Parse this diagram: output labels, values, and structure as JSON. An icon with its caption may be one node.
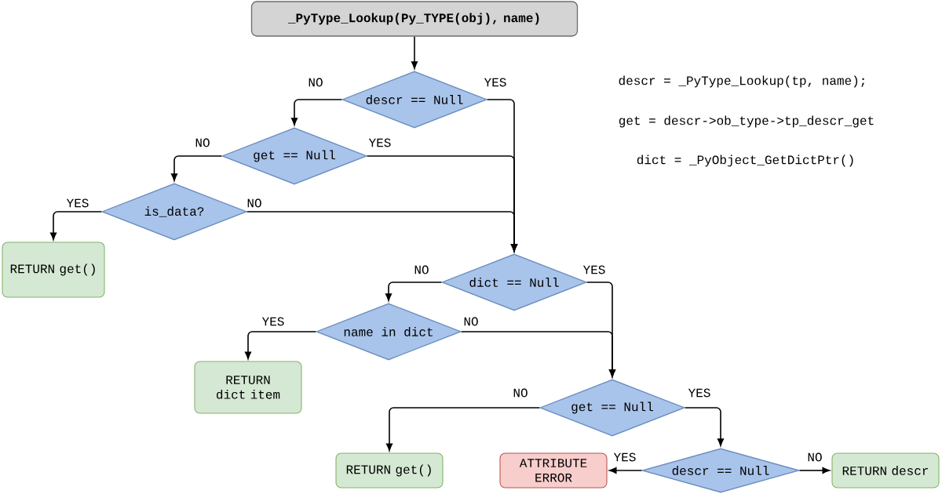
{
  "diagram": {
    "nodes": [
      {
        "text": [
          "_PyType_Lookup(Py_TYPE(obj), name)"
        ]
      },
      {
        "text": [
          "descr == Null"
        ]
      },
      {
        "text": [
          "get == Null"
        ]
      },
      {
        "text": [
          "is_data?"
        ]
      },
      {
        "text": [
          "RETURN get()"
        ]
      },
      {
        "text": [
          "dict == Null"
        ]
      },
      {
        "text": [
          "name in dict"
        ]
      },
      {
        "text": [
          "RETURN dict item"
        ]
      },
      {
        "text": [
          "get == Null"
        ]
      },
      {
        "text": [
          "RETURN get()"
        ]
      },
      {
        "text": [
          "ATTRIBUTE ERROR"
        ]
      },
      {
        "text": [
          "descr == Null"
        ]
      },
      {
        "text": [
          "RETURN descr"
        ]
      }
    ],
    "edges": [
      {
        "from": 0,
        "to": 1,
        "arrow": "to"
      },
      {
        "from": 1,
        "to": 2,
        "arrow": "to",
        "label": "NO"
      },
      {
        "from": 1,
        "to": 5,
        "arrow": "to",
        "label": "YES"
      },
      {
        "from": 2,
        "to": 3,
        "arrow": "to",
        "label": "NO"
      },
      {
        "from": 2,
        "to": 5,
        "arrow": "to",
        "label": "YES"
      },
      {
        "from": 3,
        "to": 4,
        "arrow": "to",
        "label": "YES"
      },
      {
        "from": 3,
        "to": 5,
        "arrow": "to",
        "label": "NO"
      },
      {
        "from": 5,
        "to": 6,
        "arrow": "to",
        "label": "NO"
      },
      {
        "from": 5,
        "to": 8,
        "arrow": "to",
        "label": "YES"
      },
      {
        "from": 6,
        "to": 7,
        "arrow": "to",
        "label": "YES"
      },
      {
        "from": 6,
        "to": 8,
        "arrow": "to",
        "label": "NO"
      },
      {
        "from": 8,
        "to": 9,
        "arrow": "to",
        "label": "NO"
      },
      {
        "from": 8,
        "to": 11,
        "arrow": "to",
        "label": "YES"
      },
      {
        "from": 11,
        "to": 10,
        "arrow": "to",
        "label": "YES"
      },
      {
        "from": 11,
        "to": 12,
        "arrow": "to",
        "label": "NO"
      }
    ],
    "labels": [
      "descr = _PyType_Lookup(tp, name);",
      "get = descr->ob_type->tp_descr_get",
      "dict = _PyObject_GetDictPtr()"
    ]
  }
}
